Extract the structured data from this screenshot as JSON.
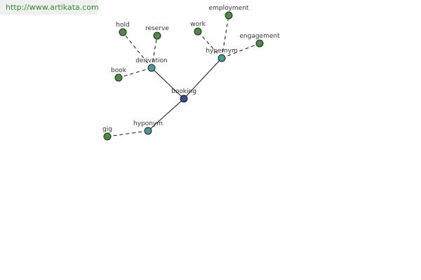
{
  "site": {
    "url": "http://www.artikata.com"
  },
  "colors": {
    "banner_bg": "#f0f0f0",
    "banner_text": "#2e8b2e",
    "edge": "#111111",
    "label": "#333333",
    "node_outline": "#222222",
    "center_node": "#3a4a8c",
    "relation_node": "#4a9a9a",
    "word_node": "#4e8a46"
  },
  "graph": {
    "nodes": [
      {
        "id": "booking",
        "label": "booking",
        "kind": "center"
      },
      {
        "id": "derivation",
        "label": "derivation",
        "kind": "relation"
      },
      {
        "id": "hypernym",
        "label": "hypernym",
        "kind": "relation"
      },
      {
        "id": "hyponym",
        "label": "hyponym",
        "kind": "relation"
      },
      {
        "id": "hold",
        "label": "hold",
        "kind": "word"
      },
      {
        "id": "reserve",
        "label": "reserve",
        "kind": "word"
      },
      {
        "id": "book",
        "label": "book",
        "kind": "word"
      },
      {
        "id": "work",
        "label": "work",
        "kind": "word"
      },
      {
        "id": "employment",
        "label": "employment",
        "kind": "word"
      },
      {
        "id": "engagement",
        "label": "engagement",
        "kind": "word"
      },
      {
        "id": "gig",
        "label": "gig",
        "kind": "word"
      }
    ],
    "edges": [
      {
        "from": "booking",
        "to": "derivation",
        "style": "solid"
      },
      {
        "from": "booking",
        "to": "hypernym",
        "style": "solid"
      },
      {
        "from": "booking",
        "to": "hyponym",
        "style": "solid"
      },
      {
        "from": "derivation",
        "to": "hold",
        "style": "dashed"
      },
      {
        "from": "derivation",
        "to": "reserve",
        "style": "dashed"
      },
      {
        "from": "derivation",
        "to": "book",
        "style": "dashed"
      },
      {
        "from": "hypernym",
        "to": "work",
        "style": "dashed"
      },
      {
        "from": "hypernym",
        "to": "employment",
        "style": "dashed"
      },
      {
        "from": "hypernym",
        "to": "engagement",
        "style": "dashed"
      },
      {
        "from": "hyponym",
        "to": "gig",
        "style": "dashed"
      }
    ]
  }
}
